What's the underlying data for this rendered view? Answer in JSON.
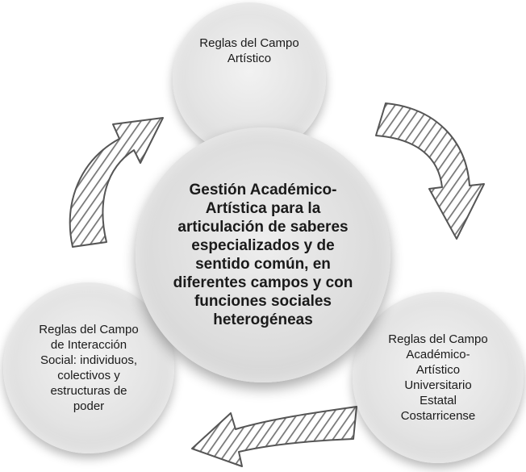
{
  "diagram": {
    "center": "Gestión Académico-\nArtística para la\narticulación de saberes\nespecializados y de\nsentido común, en\ndiferentes campos y con\nfunciones sociales\nheterogéneas",
    "top": "Reglas del Campo\nArtístico",
    "right": "Reglas del Campo\nAcadémico-\nArtístico\nUniversitario\nEstatal\nCostarricense",
    "left": "Reglas del Campo\nde Interacción\nSocial: individuos,\ncolectivos y\nestructuras de\npoder"
  },
  "colors": {
    "circle_fill": "#e3e3e3",
    "arrow_stroke": "#555555",
    "arrow_hatch": "#777777"
  }
}
